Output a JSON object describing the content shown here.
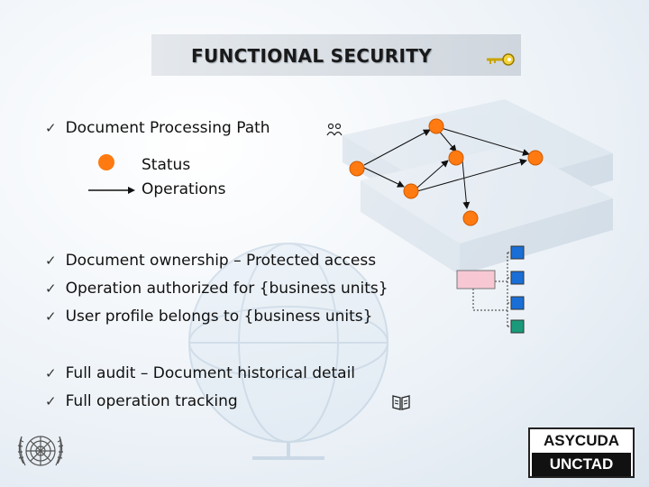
{
  "title": "FUNCTIONAL SECURITY",
  "bullets": {
    "processing_path": "Document Processing Path",
    "ownership": "Document ownership – Protected access",
    "authorized": "Operation authorized for {business units}",
    "profile": "User profile belongs to {business units}",
    "audit": "Full audit – Document historical detail",
    "tracking": "Full operation tracking"
  },
  "legend": {
    "status_label": "Status",
    "operations_label": "Operations"
  },
  "badge": {
    "top": "ASYCUDA",
    "bottom": "UNCTAD"
  },
  "icons": {
    "check": "✓",
    "key": "key-icon",
    "people": "people-icon",
    "book": "open-book-icon",
    "logo": "un-emblem-icon"
  },
  "colors": {
    "status_node": "#ff7a10",
    "unit_blue": "#1a6fd6",
    "unit_teal": "#1a9a7a",
    "profile_pink": "#f7c8d4"
  }
}
